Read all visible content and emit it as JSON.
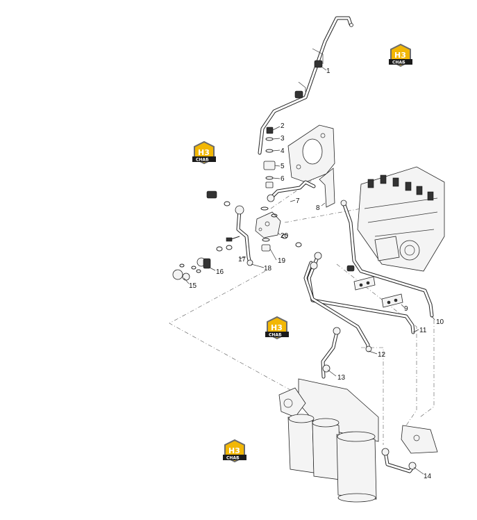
{
  "diagram": {
    "callouts": [
      "1",
      "2",
      "3",
      "4",
      "5",
      "6",
      "7",
      "8",
      "9",
      "10",
      "11",
      "12",
      "13",
      "14",
      "15",
      "16",
      "17",
      "18",
      "19",
      "20"
    ]
  },
  "watermark": {
    "mark_text": "H3",
    "label_text": "CHAБ",
    "colors": {
      "hex": "#f2b705",
      "frame": "#6b6b6b",
      "label_bg": "#1a1a1a"
    }
  }
}
